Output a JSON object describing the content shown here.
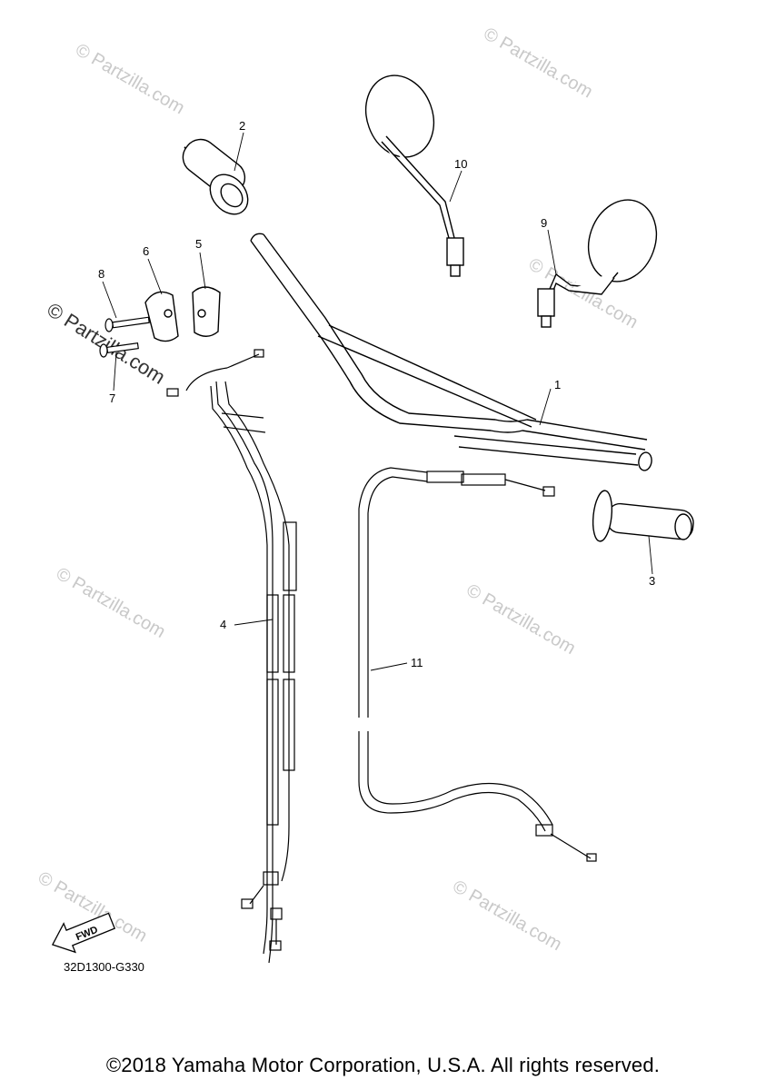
{
  "watermark": "© Partzilla.com",
  "callouts": {
    "c1": "1",
    "c2": "2",
    "c3": "3",
    "c4": "4",
    "c5": "5",
    "c6": "6",
    "c7": "7",
    "c8": "8",
    "c9": "9",
    "c10": "10",
    "c11": "11"
  },
  "fwd_label": "FWD",
  "diagram_code": "32D1300-G330",
  "copyright": "©2018 Yamaha Motor Corporation, U.S.A. All rights reserved."
}
